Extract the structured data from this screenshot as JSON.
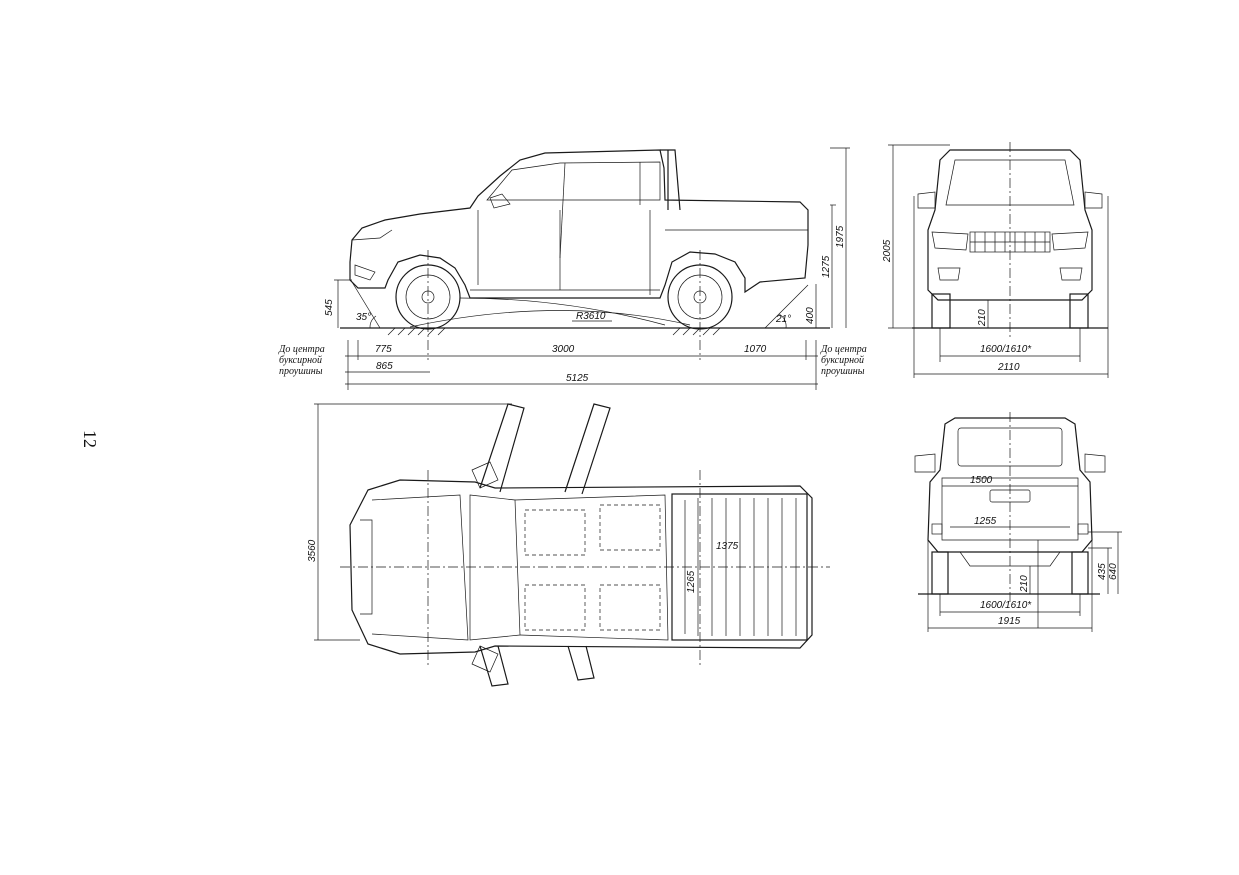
{
  "page_number": "12",
  "side_view": {
    "dims": {
      "front_overhang": "775",
      "wheelbase": "3000",
      "rear_overhang": "1070",
      "to_hitch": "865",
      "overall_length": "5125",
      "height_total": "1975",
      "height_platform": "1275",
      "ground_clearance_front": "545",
      "rear_step": "400",
      "ramp_radius": "R3610",
      "approach_angle": "35°",
      "departure_angle": "21°"
    },
    "labels": {
      "left_line1": "До центра",
      "left_line2": "буксирной",
      "left_line3": "проушины",
      "right_line1": "До центра",
      "right_line2": "буксирной",
      "right_line3": "проушины"
    }
  },
  "front_view": {
    "dims": {
      "height": "2005",
      "clearance": "210",
      "track": "1600/1610*",
      "width_mirrors": "2110"
    }
  },
  "top_view": {
    "dims": {
      "width_doors_open": "3560",
      "bed_length": "1375",
      "bed_width": "1265"
    }
  },
  "rear_view": {
    "dims": {
      "bed_top_width": "1500",
      "bed_inner_width": "1255",
      "clearance": "210",
      "height_435": "435",
      "height_640": "640",
      "track": "1600/1610*",
      "width": "1915"
    }
  }
}
